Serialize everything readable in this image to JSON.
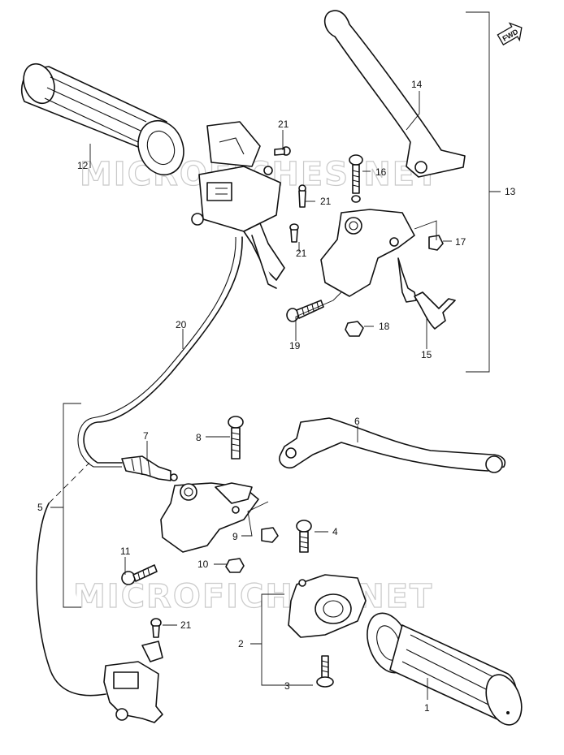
{
  "diagram": {
    "watermarks": [
      "MICROFICHES.NET",
      "MICROFICHES.NET"
    ],
    "fwd_badge": "FWD",
    "callouts": {
      "c1": "1",
      "c2": "2",
      "c3": "3",
      "c4": "4",
      "c5": "5",
      "c6": "6",
      "c7": "7",
      "c8": "8",
      "c9": "9",
      "c10": "10",
      "c11": "11",
      "c12": "12",
      "c13": "13",
      "c14": "14",
      "c15": "15",
      "c16": "16",
      "c17": "17",
      "c18": "18",
      "c19": "19",
      "c20": "20",
      "c21a": "21",
      "c21b": "21",
      "c21c": "21",
      "c21d": "21"
    }
  }
}
